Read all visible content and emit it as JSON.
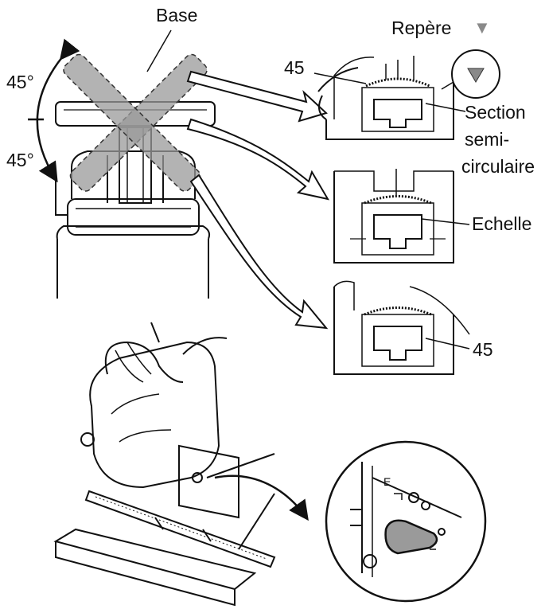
{
  "labels": {
    "base": "Base",
    "angle_top": "45°",
    "angle_bottom": "45°",
    "repere": "Repère",
    "repere_symbol": "▼",
    "num_45_top": "45",
    "section_line1": "Section",
    "section_line2": "semi-",
    "section_line3": "circulaire",
    "echelle": "Echelle",
    "num_45_bottom": "45",
    "plate_letter": "E"
  },
  "icons": {
    "repere_marker": "down-triangle-icon",
    "magnifier": "detail-circle-icon"
  },
  "colors": {
    "line": "#111111",
    "base_fill": "#9a9a9a",
    "marker_fill": "#8a8a8a",
    "knob_fill": "#9a9a9a"
  }
}
